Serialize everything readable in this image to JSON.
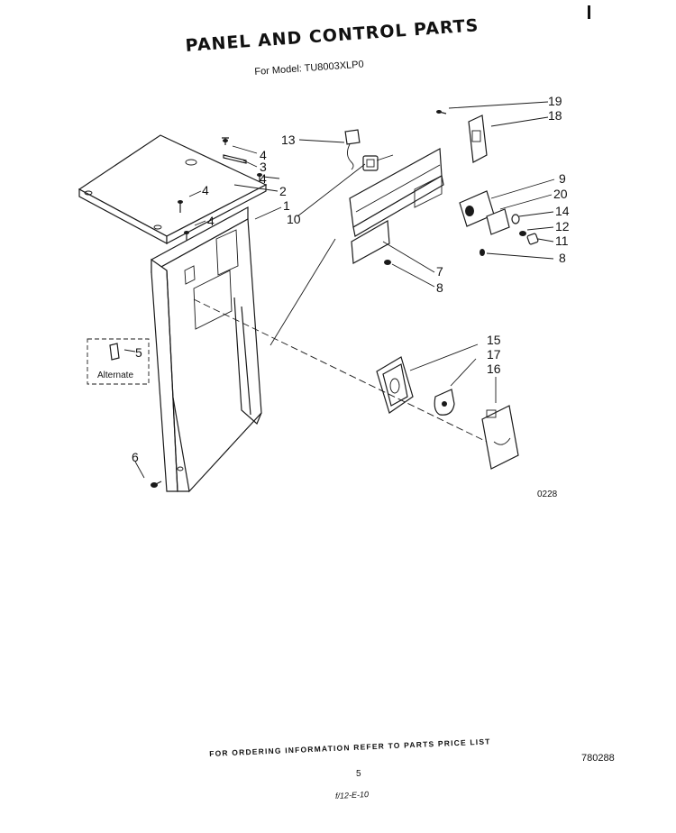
{
  "header": {
    "title": "PANEL AND CONTROL PARTS",
    "subtitle": "For Model: TU8003XLP0"
  },
  "diagram": {
    "callouts": [
      "19",
      "18",
      "13",
      "4",
      "3",
      "4",
      "2",
      "1",
      "10",
      "4",
      "4",
      "9",
      "20",
      "14",
      "12",
      "11",
      "8",
      "7",
      "8",
      "5",
      "15",
      "17",
      "16",
      "6"
    ],
    "alternate_label": "Alternate",
    "figure_code": "0228"
  },
  "footer": {
    "ordering_note": "FOR ORDERING INFORMATION REFER TO PARTS PRICE LIST",
    "page_number": "5",
    "doc_code": "780288",
    "handwritten": "f/12-E-10"
  }
}
